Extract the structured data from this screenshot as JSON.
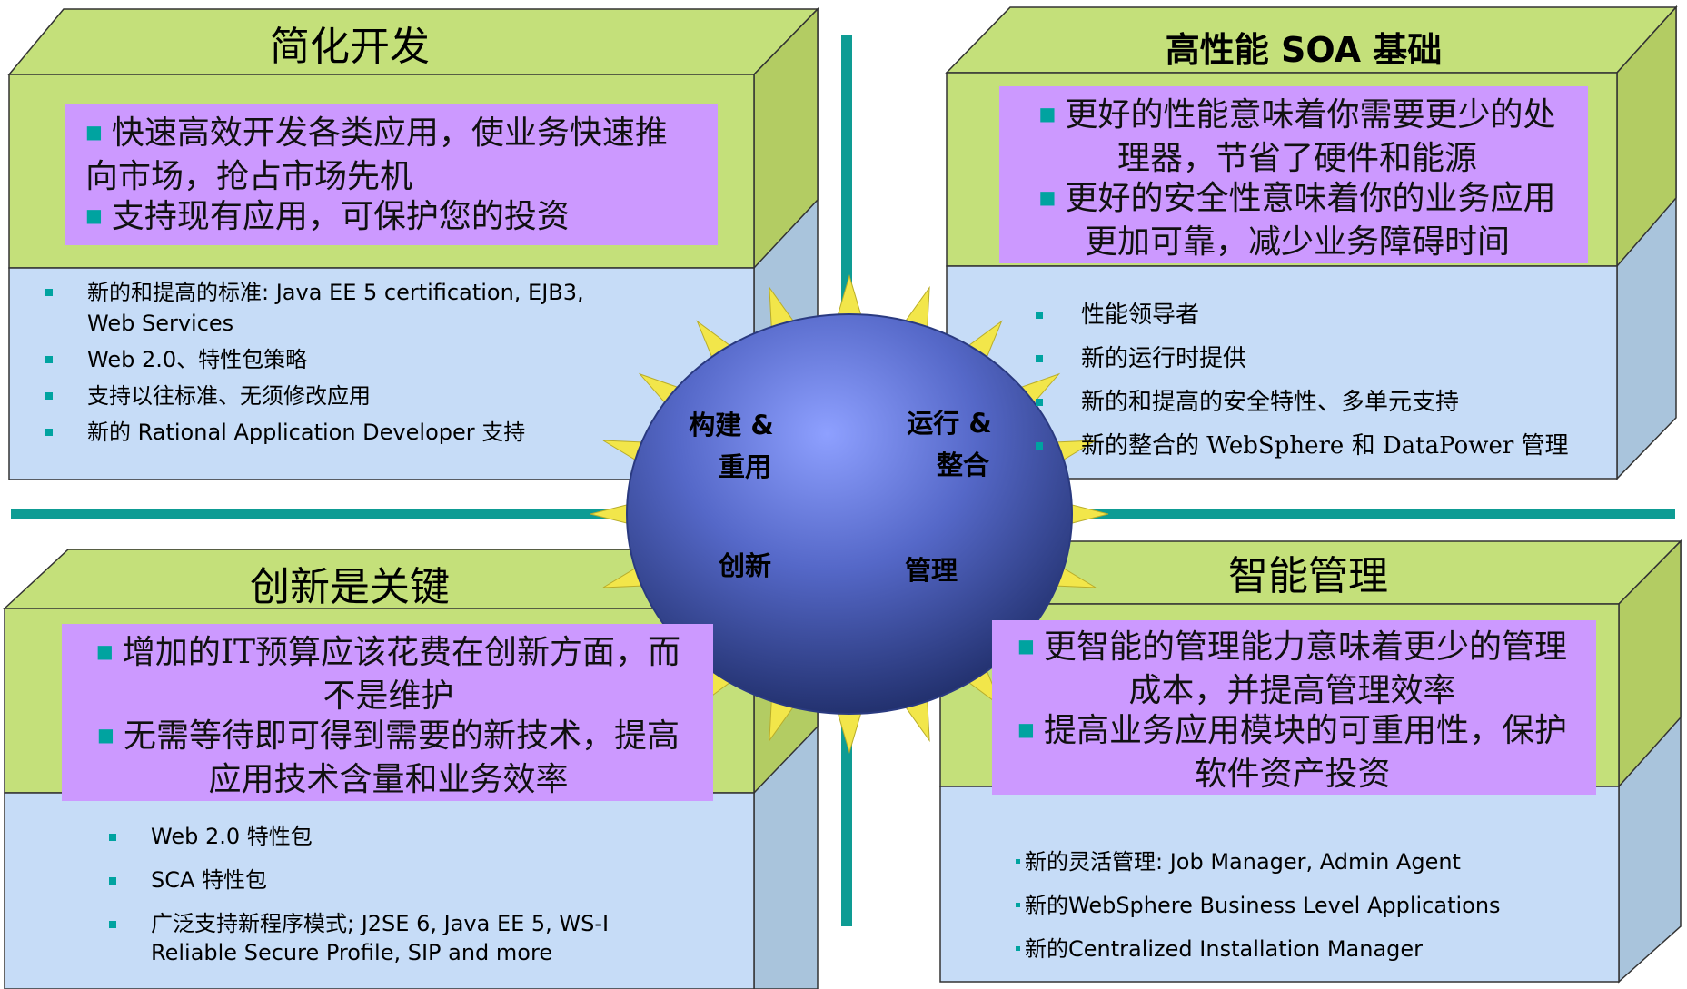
{
  "center": {
    "build_reuse": [
      "构建 &",
      "重用"
    ],
    "run_integrate": [
      "运行 &",
      "整合"
    ],
    "innovation": "创新",
    "management": "管理"
  },
  "quadrants": {
    "top_left": {
      "title": "简化开发",
      "highlights": [
        "快速高效开发各类应用，使业务快速推向市场，抢占市场先机",
        "支持现有应用，可保护您的投资"
      ],
      "details": [
        "新的和提高的标准: Java EE 5 certification, EJB3, Web Services",
        "Web 2.0、特性包策略",
        "支持以往标准、无须修改应用",
        "新的 Rational Application Developer 支持"
      ]
    },
    "top_right": {
      "title": "高性能 SOA 基础",
      "highlights": [
        "更好的性能意味着你需要更少的处理器，节省了硬件和能源",
        "更好的安全性意味着你的业务应用更加可靠，减少业务障碍时间"
      ],
      "details": [
        "性能领导者",
        "新的运行时提供",
        "新的和提高的安全特性、多单元支持",
        "新的整合的 WebSphere 和 DataPower 管理"
      ]
    },
    "bottom_left": {
      "title": "创新是关键",
      "highlights": [
        "增加的IT预算应该花费在创新方面，而不是维护",
        "无需等待即可得到需要的新技术，提高应用技术含量和业务效率"
      ],
      "details": [
        "Web 2.0 特性包",
        "SCA 特性包",
        "广泛支持新程序模式; J2SE 6, Java EE 5, WS-I Reliable Secure Profile, SIP and more"
      ]
    },
    "bottom_right": {
      "title": "智能管理",
      "highlights": [
        "更智能的管理能力意味着更少的管理成本，并提高管理效率",
        "提高业务应用模块的可重用性，保护软件资产投资"
      ],
      "details": [
        "新的灵活管理: Job Manager, Admin Agent",
        "新的WebSphere Business Level Applications",
        "新的Centralized Installation Manager"
      ]
    }
  },
  "colors": {
    "box_green": "#c4e07a",
    "box_blue": "#c6dcf7",
    "highlight_purple": "#cc99ff",
    "axis_teal": "#0e9c94",
    "sun_yellow": "#f2e64a",
    "sphere_top": "#7e8ff0",
    "sphere_bottom": "#1c2a63"
  }
}
